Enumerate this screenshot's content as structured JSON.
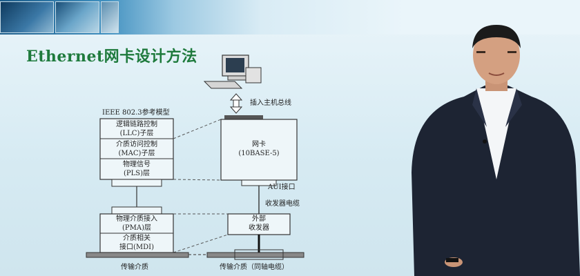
{
  "slide": {
    "title": "Ethernet网卡设计方法"
  },
  "diagram": {
    "model_caption": "IEEE 802.3参考模型",
    "llc": [
      "逻辑链路控制",
      "(LLC)子层"
    ],
    "mac": [
      "介质访问控制",
      "(MAC)子层"
    ],
    "pls": [
      "物理信号",
      "(PLS)层"
    ],
    "pma": [
      "物理介质接入",
      "(PMA)层"
    ],
    "mdi": [
      "介质相关",
      "接口(MDI)"
    ],
    "nic": [
      "网卡",
      "(10BASE-5)"
    ],
    "host_bus": "插入主机总线",
    "aui": "AUI接口",
    "transceiver_cable": "收发器电缆",
    "transceiver": [
      "外部",
      "收发器"
    ],
    "medium_left": "传输介质",
    "medium_right": "传输介质（同轴电缆）"
  },
  "colors": {
    "title": "#1e7a3c",
    "box_fill": "#eef6f9",
    "suit": "#1d2433",
    "shirt": "#f4f6f8"
  },
  "icons": [
    "computer-icon",
    "double-arrow-icon",
    "presenter-person"
  ]
}
